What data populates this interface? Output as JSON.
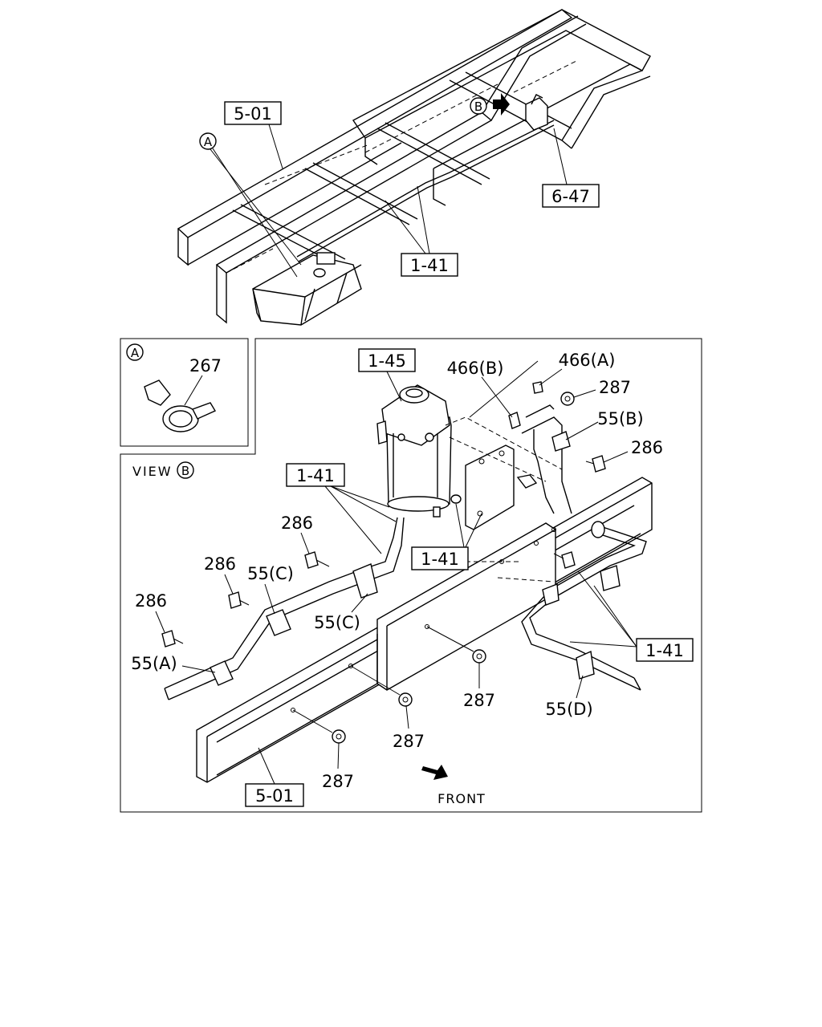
{
  "top": {
    "label_frame": "5-01",
    "label_tube": "1-41",
    "label_detail": "6-47",
    "callout_a": "A",
    "callout_b": "B"
  },
  "detail_a": {
    "callout": "A",
    "part_267": "267"
  },
  "view_b": {
    "title": "VIEW",
    "callout": "B",
    "part_145": "1-45",
    "part_466b": "466(B)",
    "part_466a": "466(A)",
    "part_287_top": "287",
    "part_55b": "55(B)",
    "part_286_right": "286",
    "part_141_left": "1-41",
    "part_141_mid": "1-41",
    "part_141_right": "1-41",
    "part_286_a": "286",
    "part_286_b": "286",
    "part_286_c": "286",
    "part_55c_top": "55(C)",
    "part_55c_bottom": "55(C)",
    "part_55a": "55(A)",
    "part_55d": "55(D)",
    "part_287_a": "287",
    "part_287_b": "287",
    "part_287_c": "287",
    "part_501": "5-01",
    "front_label": "FRONT"
  }
}
